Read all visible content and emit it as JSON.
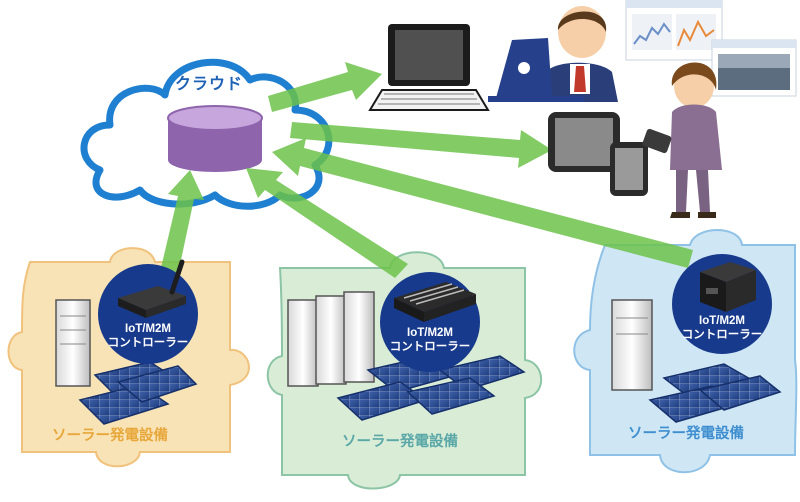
{
  "cloud": {
    "label": "クラウド"
  },
  "sites": [
    {
      "controller_line1": "IoT/M2M",
      "controller_line2": "コントローラー",
      "site_label": "ソーラー発電設備",
      "color": "#f8e3b6"
    },
    {
      "controller_line1": "IoT/M2M",
      "controller_line2": "コントローラー",
      "site_label": "ソーラー発電設備",
      "color": "#d9ecd6"
    },
    {
      "controller_line1": "IoT/M2M",
      "controller_line2": "コントローラー",
      "site_label": "ソーラー発電設備",
      "color": "#cfe6f5"
    }
  ],
  "colors": {
    "arrow": "#6cc24a",
    "cloud_stroke": "#1f7fd1",
    "database": "#9e76b8",
    "badge": "#173a8c"
  }
}
